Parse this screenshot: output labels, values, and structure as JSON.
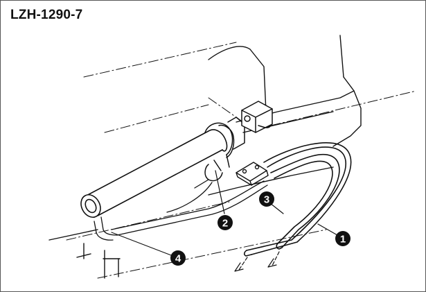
{
  "header": {
    "model": "LZH-1290-7"
  },
  "callouts": [
    {
      "id": "callout-1",
      "label": "1"
    },
    {
      "id": "callout-2",
      "label": "2"
    },
    {
      "id": "callout-3",
      "label": "3"
    },
    {
      "id": "callout-4",
      "label": "4"
    }
  ],
  "colors": {
    "ink": "#111111",
    "paper": "#ffffff",
    "border": "#555555"
  }
}
